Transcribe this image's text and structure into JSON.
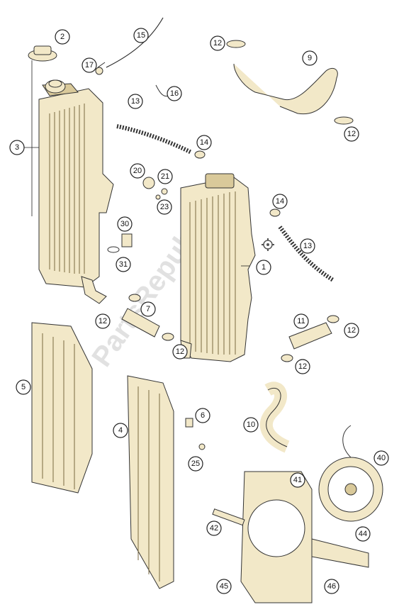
{
  "watermark": "PartsRepublik",
  "callouts": [
    "1",
    "2",
    "3",
    "4",
    "5",
    "6",
    "7",
    "9",
    "10",
    "11",
    "12",
    "13",
    "14",
    "15",
    "16",
    "17",
    "20",
    "21",
    "23",
    "25",
    "30",
    "31",
    "40",
    "41",
    "42",
    "44",
    "45",
    "46"
  ],
  "colors": {
    "part_fill": "#f2e8c8",
    "line": "#333333",
    "watermark": "#d8d8d8"
  },
  "icons": {
    "gear": "gear-icon"
  }
}
